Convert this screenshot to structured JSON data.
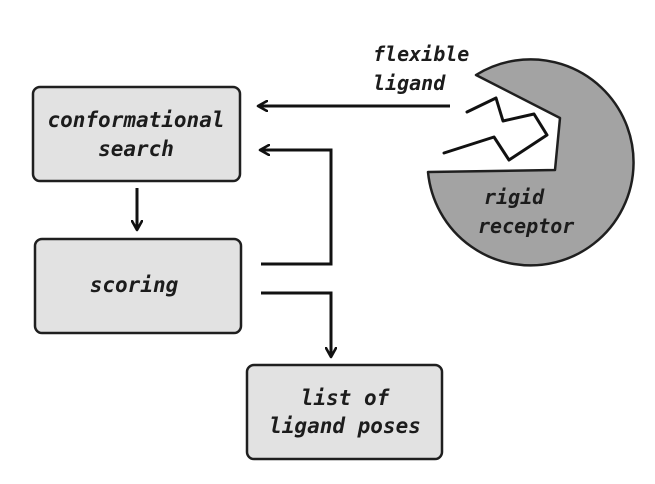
{
  "colors": {
    "box_fill": "#e2e2e2",
    "box_stroke": "#1f1f1f",
    "receptor_fill": "#a3a3a3",
    "line": "#111111",
    "background": "#ffffff"
  },
  "boxes": {
    "conformational_search": {
      "line1": "conformational",
      "line2": "search"
    },
    "scoring": {
      "line1": "scoring"
    },
    "list_of_poses": {
      "line1": "list of",
      "line2": "ligand poses"
    }
  },
  "labels": {
    "flexible_ligand": {
      "line1": "flexible",
      "line2": "ligand"
    },
    "rigid_receptor": {
      "line1": "rigid",
      "line2": "receptor"
    }
  }
}
